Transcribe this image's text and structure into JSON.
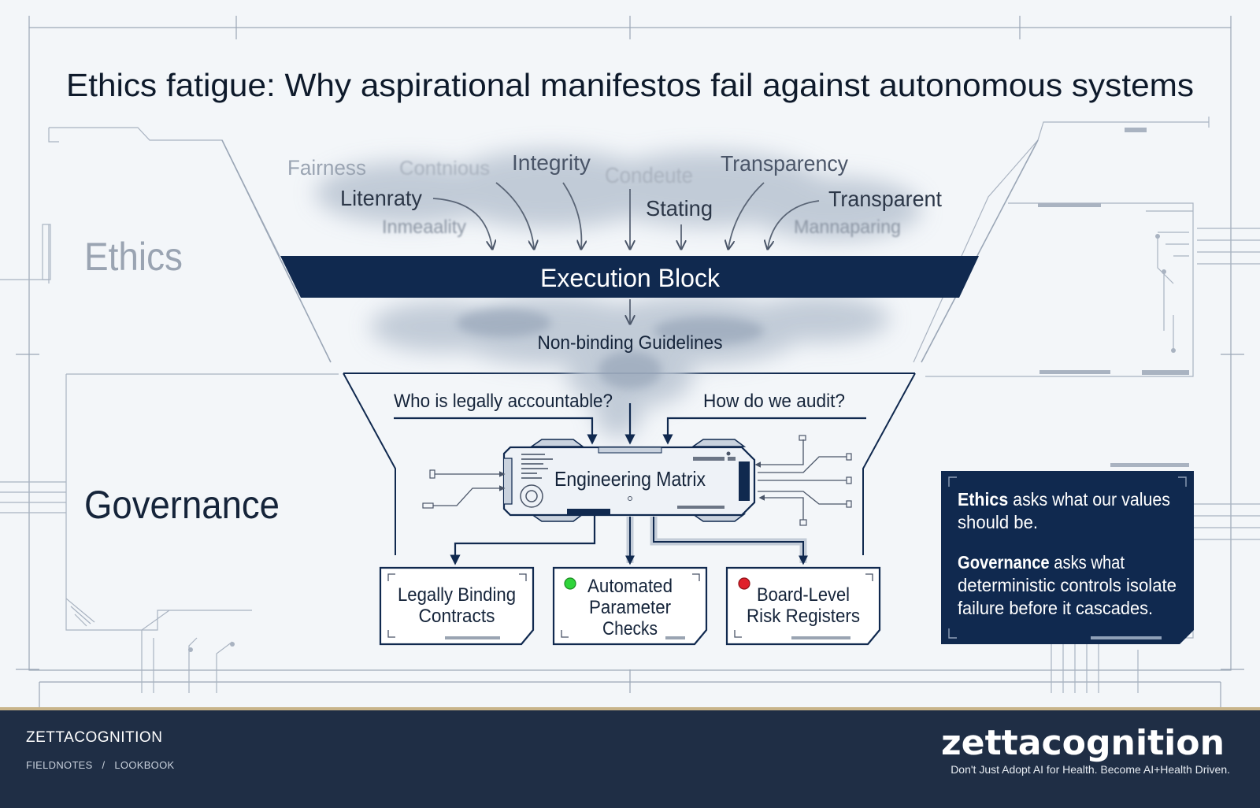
{
  "title": "Ethics fatigue: Why aspirational manifestos fail against autonomous systems",
  "side_labels": {
    "ethics": "Ethics",
    "governance": "Governance"
  },
  "principles": {
    "fairness": "Fairness",
    "continuous": "Contnious",
    "integrity": "Integrity",
    "condeute": "Condeute",
    "transparency": "Transparency",
    "literacy": "Litenraty",
    "stating": "Stating",
    "transparent": "Transparent",
    "immeality": "Inmeaality",
    "mannaparing": "Mannaparing"
  },
  "execution_block": "Execution Block",
  "non_binding": "Non-binding Guidelines",
  "questions": {
    "accountable": "Who is legally accountable?",
    "audit": "How do we audit?"
  },
  "matrix": "Engineering Matrix",
  "outputs": {
    "contracts": [
      "Legally Binding",
      "Contracts"
    ],
    "checks": [
      "Automated",
      "Parameter",
      "Checks"
    ],
    "registers": [
      "Board-Level",
      "Risk Registers"
    ]
  },
  "status_colors": {
    "checks": "#2fd43a",
    "registers": "#e0202a"
  },
  "callout": {
    "ethics_term": "Ethics",
    "ethics_rest_1": " asks what our values",
    "ethics_rest_2": "should be.",
    "governance_term": "Governance",
    "governance_rest_1": " asks what",
    "governance_rest_2": "deterministic controls isolate",
    "governance_rest_3": "failure before it cascades."
  },
  "footer": {
    "brand": "ZETTACOGNITION",
    "crumb_1": "FIELDNOTES",
    "crumb_sep": "/",
    "crumb_2": "LOOKBOOK",
    "logo_text": "zettacognition",
    "tagline": "Don't Just Adopt AI for Health. Become AI+Health Driven."
  },
  "colors": {
    "navy": "#10294f",
    "ink": "#15243a",
    "faded": "#9aa4b2",
    "footer_bg": "#1f2e45"
  }
}
